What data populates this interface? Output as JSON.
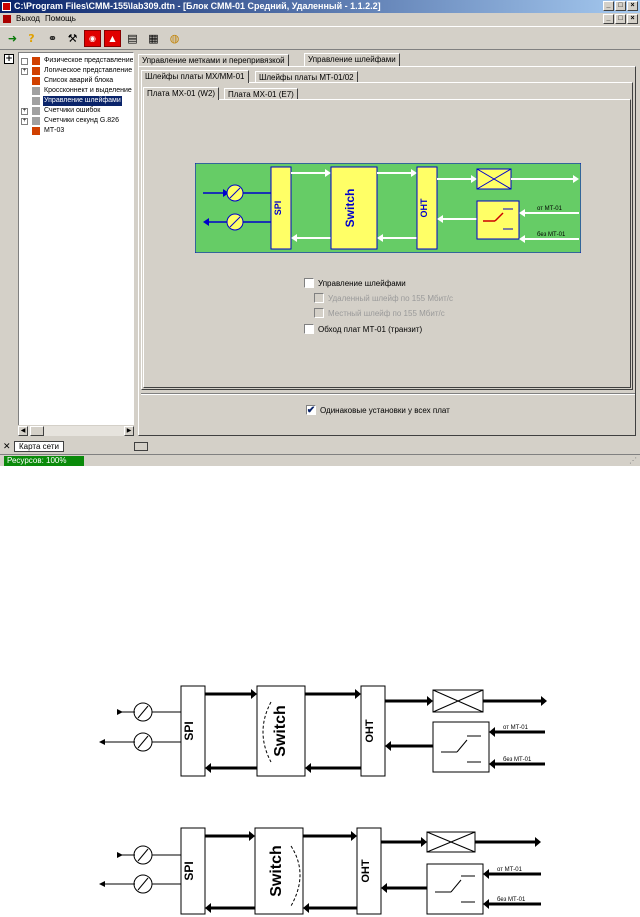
{
  "window": {
    "title": "C:\\Program Files\\CMM-155\\lab309.dtn - [Блок СММ-01 Средний, Удаленный - 1.1.2.2]",
    "controls": [
      "_",
      "□",
      "×"
    ]
  },
  "menu": {
    "items": [
      "Выход",
      "Помощь"
    ]
  },
  "toolbar": {
    "icons": [
      "exit-icon",
      "help-icon",
      "connect-icon",
      "tools-icon",
      "stop-icon",
      "alarm-icon",
      "monitor-icon",
      "monitor-2-icon",
      "info-icon"
    ]
  },
  "tree": {
    "items": [
      {
        "label": "Физическое представление",
        "expand": "",
        "color": "#d04000"
      },
      {
        "label": "Логическое представление",
        "expand": "+",
        "color": "#d04000"
      },
      {
        "label": "Список аварий блока",
        "expand": "",
        "color": "#d04000"
      },
      {
        "label": "Кроссконнект и выделение",
        "expand": "",
        "color": "#909090"
      },
      {
        "label": "Управление шлейфами",
        "expand": "",
        "color": "#909090",
        "selected": true
      },
      {
        "label": "Счетчики ошибок",
        "expand": "+",
        "color": "#909090"
      },
      {
        "label": "Счетчики секунд G.826",
        "expand": "+",
        "color": "#909090"
      },
      {
        "label": "МТ-03",
        "expand": "",
        "color": "#d04000"
      }
    ]
  },
  "tabs_top": [
    "Управление метками и перепривязкой",
    "Управление шлейфами"
  ],
  "tabs_mid": [
    "Шлейфы платы МХ/ММ-01",
    "Шлейфы платы МТ-01/02"
  ],
  "tabs_inner": [
    "Плата МХ-01 (W2)",
    "Плата МХ-01 (E7)"
  ],
  "diagram": {
    "spi": "SPI",
    "switch": "Switch",
    "oht": "ОНТ",
    "from_mt": "от МТ-01",
    "bez_mt": "без МТ-01",
    "bg_color": "#66cc66",
    "block_color": "#ffff66",
    "border_color": "#0000cc"
  },
  "checkboxes": [
    {
      "label": "Управление шлейфами",
      "checked": false,
      "enabled": true
    },
    {
      "label": "Удаленный шлейф по 155 Мбит/с",
      "checked": false,
      "enabled": false
    },
    {
      "label": "Местный шлейф по 155 Мбит/с",
      "checked": false,
      "enabled": false
    },
    {
      "label": "Обход плат МТ-01 (транзит)",
      "checked": false,
      "enabled": true
    }
  ],
  "same_settings": {
    "label": "Одинаковые установки у всех плат",
    "checked": true
  },
  "bottom": {
    "tab": "Карта сети"
  },
  "status": {
    "resources": "Ресурсов: 100%"
  },
  "figures": {
    "fig1": {
      "spi": "SPI",
      "switch": "Switch",
      "oht": "ОНТ",
      "from_mt": "от МТ-01",
      "bez_mt": "без МТ-01"
    },
    "fig2": {
      "spi": "SPI",
      "switch": "Switch",
      "oht": "ОНТ",
      "from_mt": "от МТ-01",
      "bez_mt": "без МТ-01"
    }
  }
}
